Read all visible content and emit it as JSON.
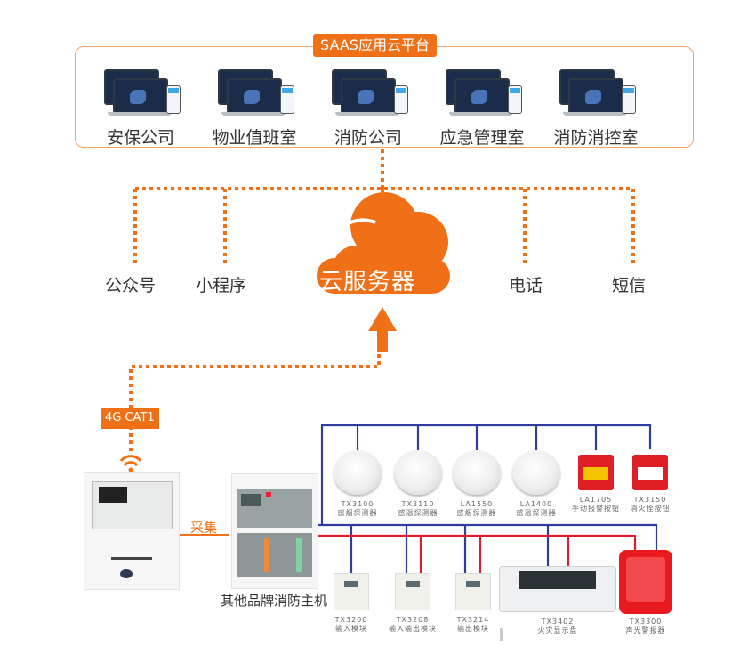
{
  "platform": {
    "title": "SAAS应用云平台",
    "clients": [
      {
        "label": "安保公司",
        "icon": "laptop-phone-dashboard-icon"
      },
      {
        "label": "物业值班室",
        "icon": "laptop-phone-dashboard-icon"
      },
      {
        "label": "消防公司",
        "icon": "laptop-phone-dashboard-icon"
      },
      {
        "label": "应急管理室",
        "icon": "laptop-phone-dashboard-icon"
      },
      {
        "label": "消防消控室",
        "icon": "laptop-phone-dashboard-icon"
      }
    ]
  },
  "channels": {
    "left": [
      "公众号",
      "小程序"
    ],
    "right": [
      "电话",
      "短信"
    ]
  },
  "cloud": {
    "label": "云服务器",
    "icon": "cloud-icon"
  },
  "uplink": {
    "tag": "4G CAT1",
    "icon": "wifi-signal-icon"
  },
  "collector": {
    "link_label": "采集"
  },
  "host": {
    "label": "其他品牌消防主机"
  },
  "top_devices": [
    {
      "model": "TX3100",
      "name": "感烟探测器",
      "type": "detector"
    },
    {
      "model": "TX3110",
      "name": "感温探测器",
      "type": "detector"
    },
    {
      "model": "LA1550",
      "name": "感烟探测器",
      "type": "detector"
    },
    {
      "model": "LA1400",
      "name": "感温探测器",
      "type": "detector"
    },
    {
      "model": "LA1705",
      "name": "手动报警按钮",
      "type": "manual-call-point"
    },
    {
      "model": "TX3150",
      "name": "消火栓按钮",
      "type": "hydrant-button"
    }
  ],
  "bottom_devices": [
    {
      "model": "TX3200",
      "name": "输入模块",
      "type": "module"
    },
    {
      "model": "TX3208",
      "name": "输入输出模块",
      "type": "module"
    },
    {
      "model": "TX3214",
      "name": "输出模块",
      "type": "module"
    },
    {
      "model": "TX3402",
      "name": "火灾显示盘",
      "type": "display-panel"
    },
    {
      "model": "TX3300",
      "name": "声光警报器",
      "type": "sounder-strobe"
    }
  ],
  "colors": {
    "accent": "#f07018",
    "bus_blue": "#2e3d9e",
    "bus_red": "#e31b2c",
    "text": "#333333"
  }
}
